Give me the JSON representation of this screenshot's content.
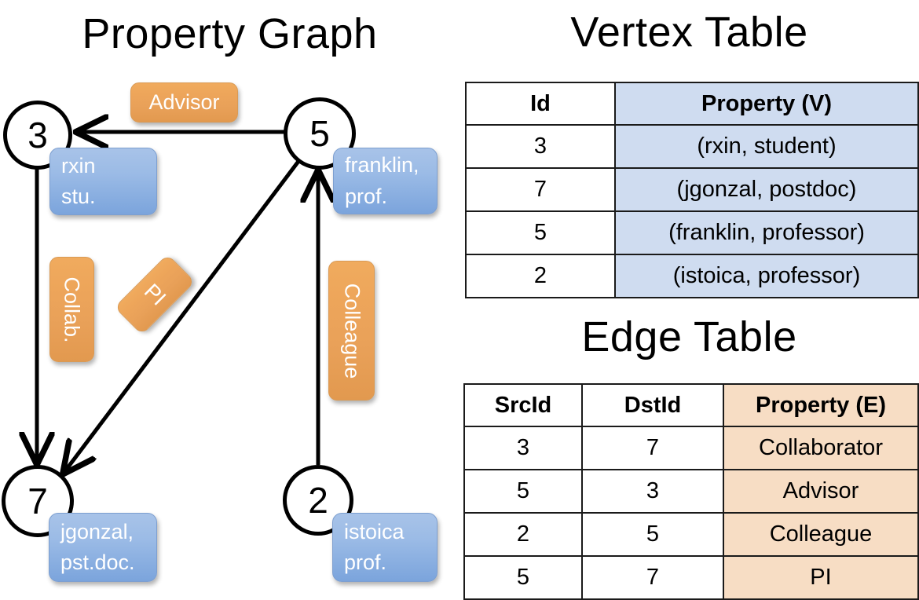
{
  "titles": {
    "property_graph": "Property Graph",
    "vertex_table": "Vertex Table",
    "edge_table": "Edge Table"
  },
  "colors": {
    "vertex_property_fill": "#cfdcf0",
    "edge_property_fill": "#f7ddc4",
    "vertex_box_fill": "#9bbbe6",
    "edge_label_fill": "#eda55a",
    "stroke": "#000000",
    "background": "#ffffff"
  },
  "graph": {
    "nodes": [
      {
        "id": "3",
        "label": "3",
        "property_lines": [
          "rxin",
          "stu."
        ]
      },
      {
        "id": "5",
        "label": "5",
        "property_lines": [
          "franklin,",
          "prof."
        ]
      },
      {
        "id": "7",
        "label": "7",
        "property_lines": [
          "jgonzal,",
          "pst.doc."
        ]
      },
      {
        "id": "2",
        "label": "2",
        "property_lines": [
          "istoica",
          "prof."
        ]
      }
    ],
    "edge_labels": [
      {
        "name": "advisor",
        "text": "Advisor"
      },
      {
        "name": "collab",
        "text": "Collab."
      },
      {
        "name": "pi",
        "text": "PI"
      },
      {
        "name": "colleague",
        "text": "Colleague"
      }
    ]
  },
  "vertex_table": {
    "columns": [
      "Id",
      "Property (V)"
    ],
    "rows": [
      {
        "id": "3",
        "property": "(rxin, student)"
      },
      {
        "id": "7",
        "property": "(jgonzal, postdoc)"
      },
      {
        "id": "5",
        "property": "(franklin, professor)"
      },
      {
        "id": "2",
        "property": "(istoica, professor)"
      }
    ]
  },
  "edge_table": {
    "columns": [
      "SrcId",
      "DstId",
      "Property (E)"
    ],
    "rows": [
      {
        "src": "3",
        "dst": "7",
        "property": "Collaborator"
      },
      {
        "src": "5",
        "dst": "3",
        "property": "Advisor"
      },
      {
        "src": "2",
        "dst": "5",
        "property": "Colleague"
      },
      {
        "src": "5",
        "dst": "7",
        "property": "PI"
      }
    ]
  }
}
